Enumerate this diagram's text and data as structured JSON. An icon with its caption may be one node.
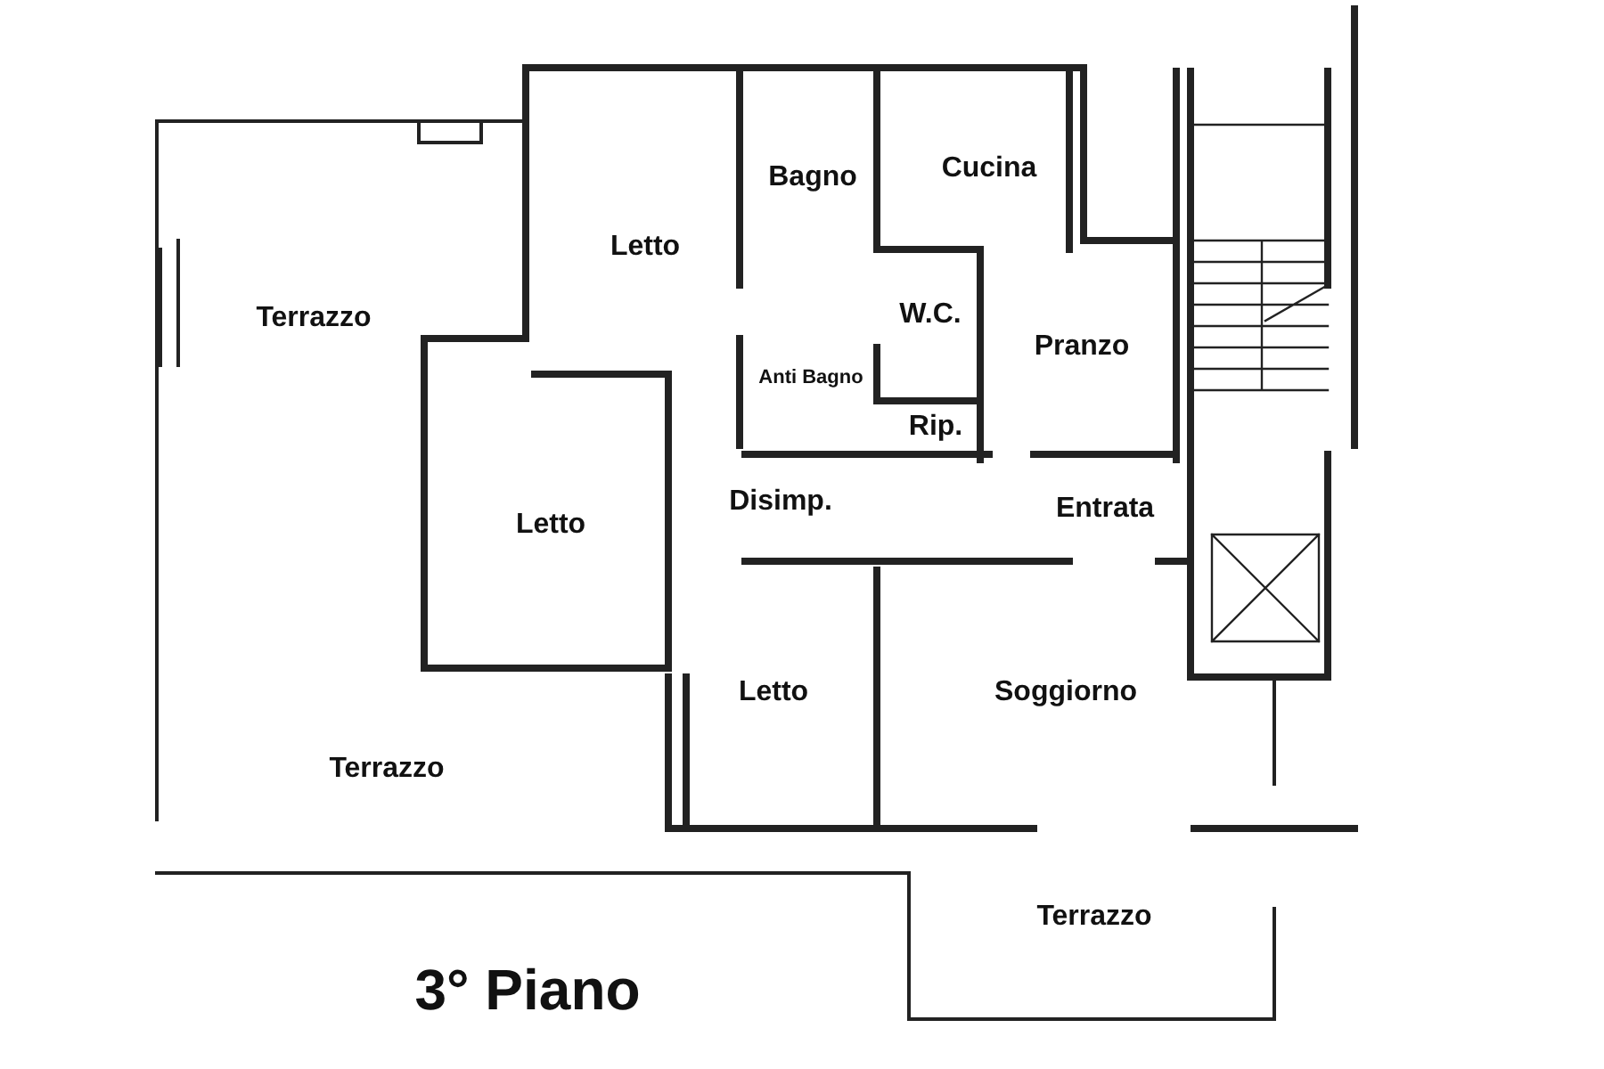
{
  "diagram": {
    "title": "3° Piano",
    "labels": [
      "Bagno",
      "Cucina",
      "Letto",
      "Terrazzo",
      "W.C.",
      "Pranzo",
      "Anti Bagno",
      "Rip.",
      "Letto",
      "Disimp.",
      "Entrata",
      "Letto",
      "Soggiorno",
      "Terrazzo",
      "Terrazzo"
    ]
  }
}
